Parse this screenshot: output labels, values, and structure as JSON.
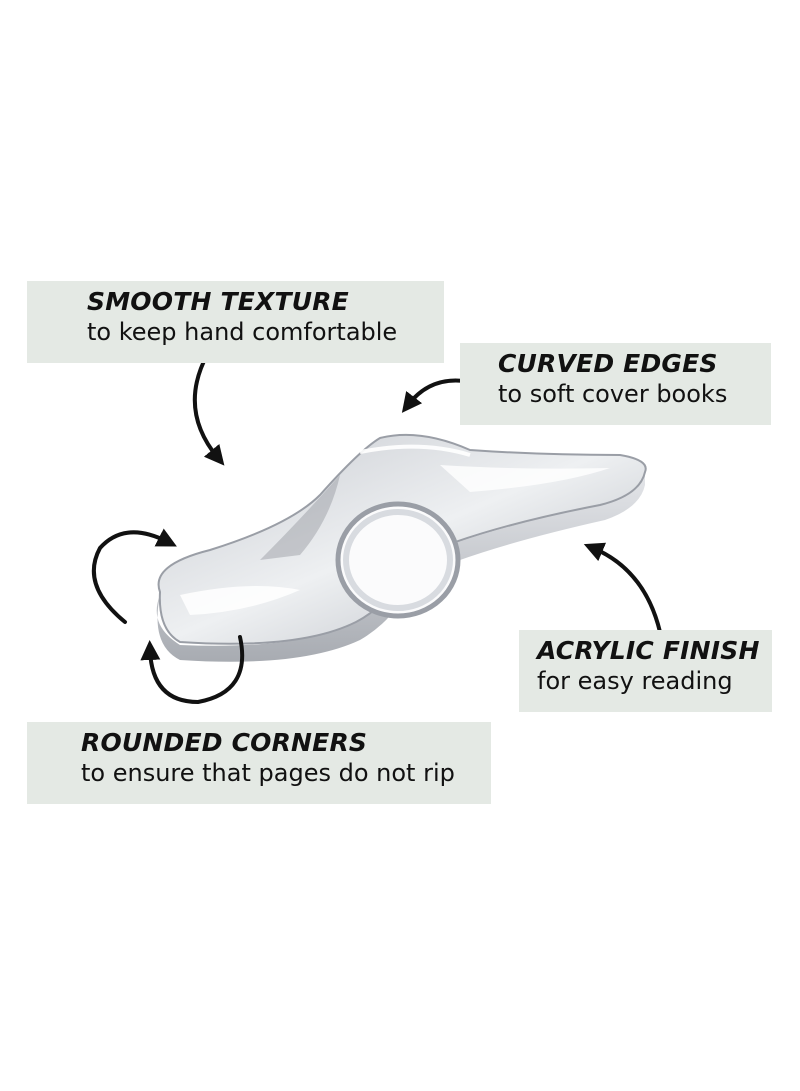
{
  "callouts": {
    "smooth": {
      "title": "SMOOTH TEXTURE",
      "subtitle": "to keep hand comfortable"
    },
    "curved": {
      "title": "CURVED EDGES",
      "subtitle": "to soft cover books"
    },
    "acrylic": {
      "title": "ACRYLIC FINISH",
      "subtitle": "for easy reading"
    },
    "rounded": {
      "title": "ROUNDED CORNERS",
      "subtitle": "to ensure that pages do not rip"
    }
  },
  "colors": {
    "background": "#ffffff",
    "callout_background": "#e4e9e4",
    "text": "#111111",
    "arrow": "#111111",
    "acrylic_light": "#f3f4f6",
    "acrylic_mid": "#c9ccd2",
    "acrylic_dark": "#8e9299"
  },
  "icons": [
    "curved-arrow-icon"
  ]
}
